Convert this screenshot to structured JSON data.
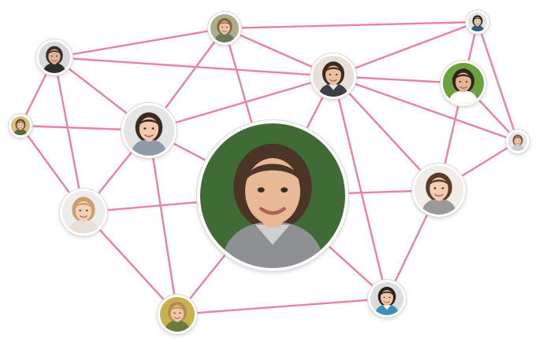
{
  "colors": {
    "edge": "#ec7fa6",
    "ring": "#ffffff",
    "ring_outline": "#d9d9d9"
  },
  "nodes": [
    {
      "id": "center-man",
      "hair": "#4a3526",
      "skin": "#e9b995",
      "bg": "#3f6b34",
      "shirt": "#8f9093",
      "collar": "#cfcfcf"
    },
    {
      "id": "top-woman",
      "hair": "#8a6440",
      "skin": "#eec4a6",
      "bg": "#a8b08a",
      "shirt": "#6a7a5a",
      "collar": "#6a7a5a"
    },
    {
      "id": "topleft-man",
      "hair": "#3a2e28",
      "skin": "#e0b395",
      "bg": "#d9d9d9",
      "shirt": "#2d2d2d",
      "collar": "#2d2d2d"
    },
    {
      "id": "topright-girl",
      "hair": "#2b2018",
      "skin": "#f0c9ae",
      "bg": "#e2e2e2",
      "shirt": "#2c5f7a",
      "collar": "#2c5f7a"
    },
    {
      "id": "mid-man",
      "hair": "#3b2a1e",
      "skin": "#ebbf9c",
      "bg": "#e6e0d8",
      "shirt": "#3b3f48",
      "collar": "#e8e8e8"
    },
    {
      "id": "right-man",
      "hair": "#2e2620",
      "skin": "#e7b493",
      "bg": "#6aa33a",
      "shirt": "#ffffff",
      "collar": "#ffffff"
    },
    {
      "id": "left-small-woman",
      "hair": "#6e4a2c",
      "skin": "#efc3a2",
      "bg": "#d8c27a",
      "shirt": "#5a6b3a",
      "collar": "#5a6b3a"
    },
    {
      "id": "left-woman",
      "hair": "#3a2a22",
      "skin": "#f2c9ad",
      "bg": "#e4e4e4",
      "shirt": "#8f9ca8",
      "collar": "#8f9ca8"
    },
    {
      "id": "right-small-woman",
      "hair": "#7a5236",
      "skin": "#f0c8aa",
      "bg": "#e5e5e5",
      "shirt": "#c9c9c9",
      "collar": "#c9c9c9"
    },
    {
      "id": "right-woman",
      "hair": "#5a3c28",
      "skin": "#f3cdb1",
      "bg": "#f0ece8",
      "shirt": "#9a9a9a",
      "collar": "#9a9a9a"
    },
    {
      "id": "blonde-woman",
      "hair": "#c9a06a",
      "skin": "#f3cfb4",
      "bg": "#ececec",
      "shirt": "#e8e0d8",
      "collar": "#e8e0d8"
    },
    {
      "id": "bottom-woman",
      "hair": "#b68a52",
      "skin": "#f0c6a4",
      "bg": "#c8b14a",
      "shirt": "#6b7b3b",
      "collar": "#6b7b3b"
    },
    {
      "id": "bottom-right-woman",
      "hair": "#2a1f1a",
      "skin": "#f0c5a8",
      "bg": "#dcdcdc",
      "shirt": "#3b8fb8",
      "collar": "#ffffff"
    }
  ],
  "edges": [
    [
      "topleft-man",
      "top-woman"
    ],
    [
      "topleft-man",
      "mid-man"
    ],
    [
      "topleft-man",
      "left-woman"
    ],
    [
      "topleft-man",
      "left-small-woman"
    ],
    [
      "topleft-man",
      "blonde-woman"
    ],
    [
      "top-woman",
      "topright-girl"
    ],
    [
      "top-woman",
      "mid-man"
    ],
    [
      "top-woman",
      "left-woman"
    ],
    [
      "top-woman",
      "center-man"
    ],
    [
      "topright-girl",
      "mid-man"
    ],
    [
      "topright-girl",
      "right-man"
    ],
    [
      "topright-girl",
      "right-small-woman"
    ],
    [
      "mid-man",
      "right-man"
    ],
    [
      "mid-man",
      "left-woman"
    ],
    [
      "mid-man",
      "center-man"
    ],
    [
      "mid-man",
      "right-woman"
    ],
    [
      "mid-man",
      "bottom-right-woman"
    ],
    [
      "mid-man",
      "right-small-woman"
    ],
    [
      "right-man",
      "right-woman"
    ],
    [
      "right-man",
      "right-small-woman"
    ],
    [
      "left-small-woman",
      "left-woman"
    ],
    [
      "left-small-woman",
      "blonde-woman"
    ],
    [
      "left-woman",
      "blonde-woman"
    ],
    [
      "left-woman",
      "center-man"
    ],
    [
      "left-woman",
      "bottom-woman"
    ],
    [
      "blonde-woman",
      "center-man"
    ],
    [
      "blonde-woman",
      "bottom-woman"
    ],
    [
      "center-man",
      "bottom-woman"
    ],
    [
      "center-man",
      "right-woman"
    ],
    [
      "center-man",
      "bottom-right-woman"
    ],
    [
      "right-woman",
      "right-small-woman"
    ],
    [
      "right-woman",
      "bottom-right-woman"
    ],
    [
      "bottom-woman",
      "bottom-right-woman"
    ]
  ]
}
